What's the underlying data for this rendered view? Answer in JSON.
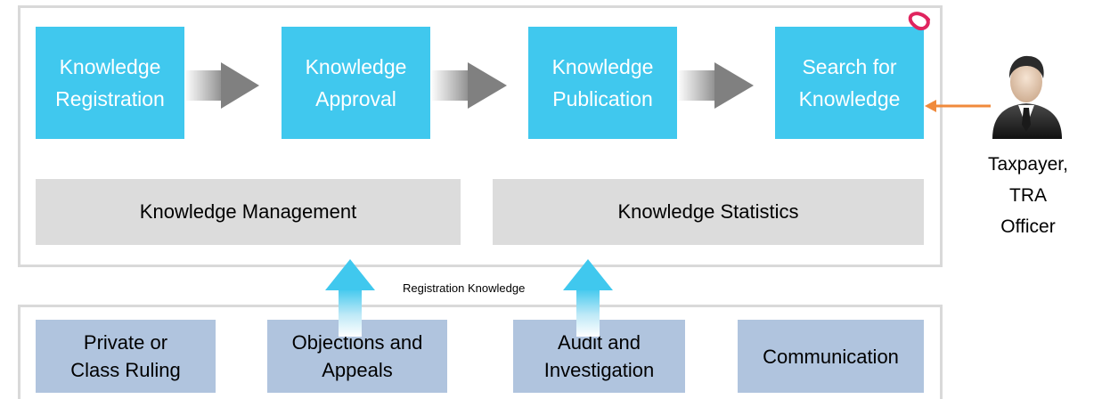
{
  "process_steps": [
    {
      "line1": "Knowledge",
      "line2": "Registration"
    },
    {
      "line1": "Knowledge",
      "line2": "Approval"
    },
    {
      "line1": "Knowledge",
      "line2": "Publication"
    },
    {
      "line1": "Search for",
      "line2": "Knowledge"
    }
  ],
  "functions": {
    "management": "Knowledge Management",
    "statistics": "Knowledge Statistics"
  },
  "flow_caption": "Registration Knowledge",
  "sources": [
    {
      "line1": "Private or",
      "line2": "Class Ruling"
    },
    {
      "line1": "Objections and",
      "line2": "Appeals"
    },
    {
      "line1": "Audit and",
      "line2": "Investigation"
    },
    {
      "line1": "Communication",
      "line2": ""
    }
  ],
  "user": {
    "icon": "businessman-icon",
    "label_lines": [
      "Taxpayer,",
      "TRA",
      "Officer"
    ]
  },
  "colors": {
    "step_fill": "#40c8ee",
    "band_fill": "#dcdcdc",
    "source_fill": "#b0c4de",
    "frame_border": "#d9d9d9",
    "flow_arrow": "#808080",
    "up_arrow": "#40c8ee",
    "user_arrow": "#f08a3c",
    "highlight_mark": "#e0245e"
  }
}
